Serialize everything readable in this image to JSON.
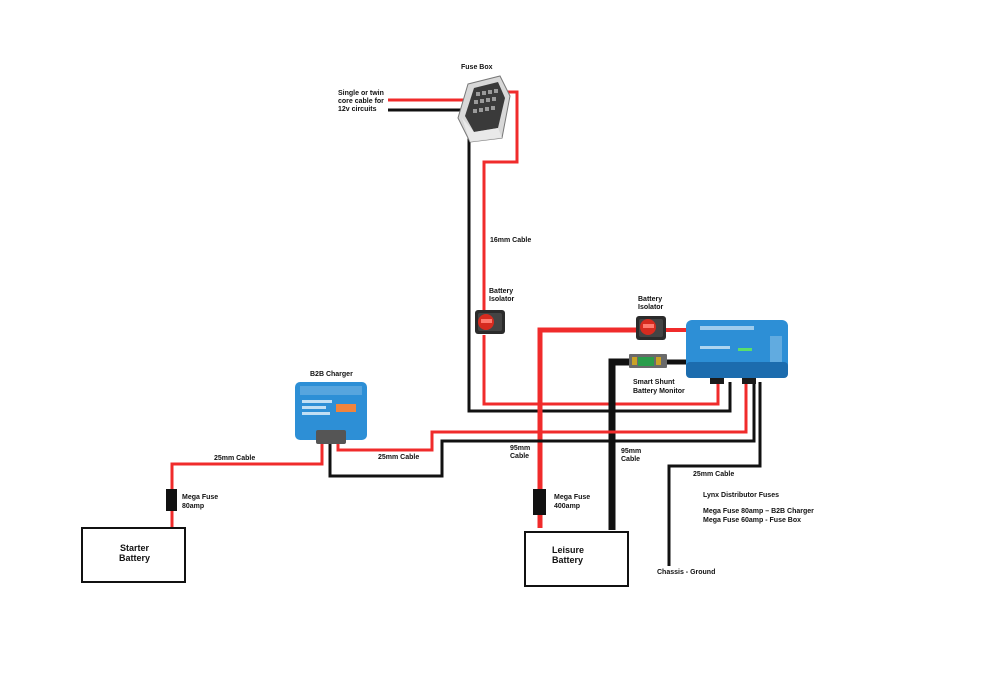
{
  "colors": {
    "positive": "#f02b2b",
    "negative": "#111111",
    "device_blue": "#2d8fd6",
    "device_blue_dark": "#1c6cae",
    "isolator_red": "#d62b1f",
    "fuse_black": "#111111"
  },
  "labels": {
    "fuse_box": "Fuse Box",
    "single_twin_line1": "Single or twin",
    "single_twin_line2": "core cable for",
    "single_twin_line3": "12v circuits",
    "cable_16mm": "16mm Cable",
    "isolator_left_line1": "Battery",
    "isolator_left_line2": "Isolator",
    "isolator_right_line1": "Battery",
    "isolator_right_line2": "Isolator",
    "smart_shunt_line1": "Smart Shunt",
    "smart_shunt_line2": "Battery Monitor",
    "b2b_charger": "B2B Charger",
    "cable_25mm_left": "25mm Cable",
    "cable_25mm_mid": "25mm Cable",
    "cable_95mm_left_line1": "95mm",
    "cable_95mm_left_line2": "Cable",
    "cable_95mm_right_line1": "95mm",
    "cable_95mm_right_line2": "Cable",
    "cable_25mm_right": "25mm Cable",
    "mega_fuse_left_line1": "Mega Fuse",
    "mega_fuse_left_line2": "80amp",
    "mega_fuse_right_line1": "Mega Fuse",
    "mega_fuse_right_line2": "400amp",
    "starter_battery_line1": "Starter",
    "starter_battery_line2": "Battery",
    "leisure_battery_line1": "Leisure",
    "leisure_battery_line2": "Battery",
    "lynx_title": "Lynx Distributor Fuses",
    "lynx_line1": "Mega Fuse   80amp  – B2B Charger",
    "lynx_line2": "Mega Fuse   60amp   - Fuse Box",
    "chassis_ground": "Chassis - Ground"
  }
}
